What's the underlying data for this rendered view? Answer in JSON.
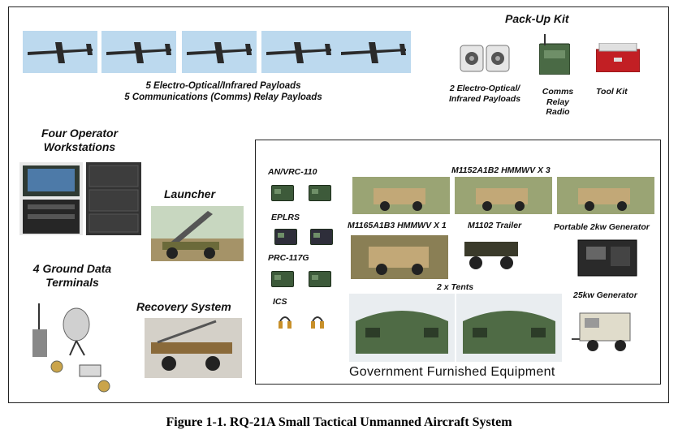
{
  "figure": {
    "caption": "Figure 1-1.  RQ-21A Small Tactical Unmanned Aircraft System"
  },
  "payloads": {
    "line1": "5 Electro-Optical/Infrared Payloads",
    "line2": "5 Communications (Comms) Relay Payloads"
  },
  "pack_up_kit": {
    "title": "Pack-Up Kit",
    "eo_ir_line1": "2 Electro-Optical/",
    "eo_ir_line2": "Infrared Payloads",
    "comms_line1": "Comms",
    "comms_line2": "Relay",
    "comms_line3": "Radio",
    "tool_kit": "Tool Kit"
  },
  "workstations": {
    "line1": "Four Operator",
    "line2": "Workstations"
  },
  "launcher": "Launcher",
  "terminals": {
    "line1": "4 Ground Data",
    "line2": "Terminals"
  },
  "recovery": "Recovery System",
  "gfe": {
    "title": "Government Furnished Equipment",
    "radio1": "AN/VRC-110",
    "radio2": "EPLRS",
    "radio3": "PRC-117G",
    "radio4": "ICS",
    "hmmwv3": "M1152A1B2 HMMWV X 3",
    "hmmwv1": "M1165A1B3 HMMWV X 1",
    "trailer": "M1102 Trailer",
    "gen2": "Portable 2kw Generator",
    "tents": "2 x Tents",
    "gen25": "25kw Generator"
  },
  "colors": {
    "frame": "#222222",
    "drone": "#2a2a2a",
    "sky": "#b9d8ee",
    "hmmwv": "#c2a877",
    "tent": "#4f6b45",
    "radio": "#3d5a3a",
    "toolbox": "#c21f24"
  }
}
